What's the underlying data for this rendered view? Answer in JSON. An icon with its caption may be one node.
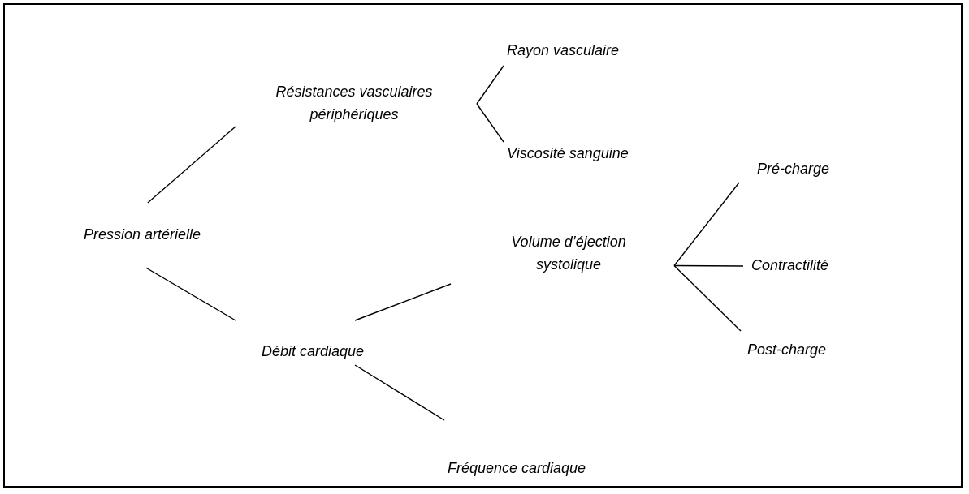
{
  "diagram": {
    "nodes": [
      {
        "text": [
          "Pression artérielle"
        ]
      },
      {
        "text": [
          "Résistances vasculaires périphériques"
        ]
      },
      {
        "text": [
          "Rayon vasculaire"
        ]
      },
      {
        "text": [
          "Viscosité sanguine"
        ]
      },
      {
        "text": [
          "Débit cardiaque"
        ]
      },
      {
        "text": [
          "Volume d’éjection systolique"
        ]
      },
      {
        "text": [
          "Fréquence cardiaque"
        ]
      },
      {
        "text": [
          "Pré-charge"
        ]
      },
      {
        "text": [
          "Contractilité"
        ]
      },
      {
        "text": [
          "Post-charge"
        ]
      }
    ],
    "edges": [
      {
        "from": 0,
        "to": 1,
        "arrow": "none"
      },
      {
        "from": 0,
        "to": 4,
        "arrow": "none"
      },
      {
        "from": 1,
        "to": 2,
        "arrow": "none"
      },
      {
        "from": 1,
        "to": 3,
        "arrow": "none"
      },
      {
        "from": 4,
        "to": 5,
        "arrow": "none"
      },
      {
        "from": 4,
        "to": 6,
        "arrow": "none"
      },
      {
        "from": 5,
        "to": 7,
        "arrow": "none"
      },
      {
        "from": 5,
        "to": 8,
        "arrow": "none"
      },
      {
        "from": 5,
        "to": 9,
        "arrow": "none"
      }
    ]
  }
}
